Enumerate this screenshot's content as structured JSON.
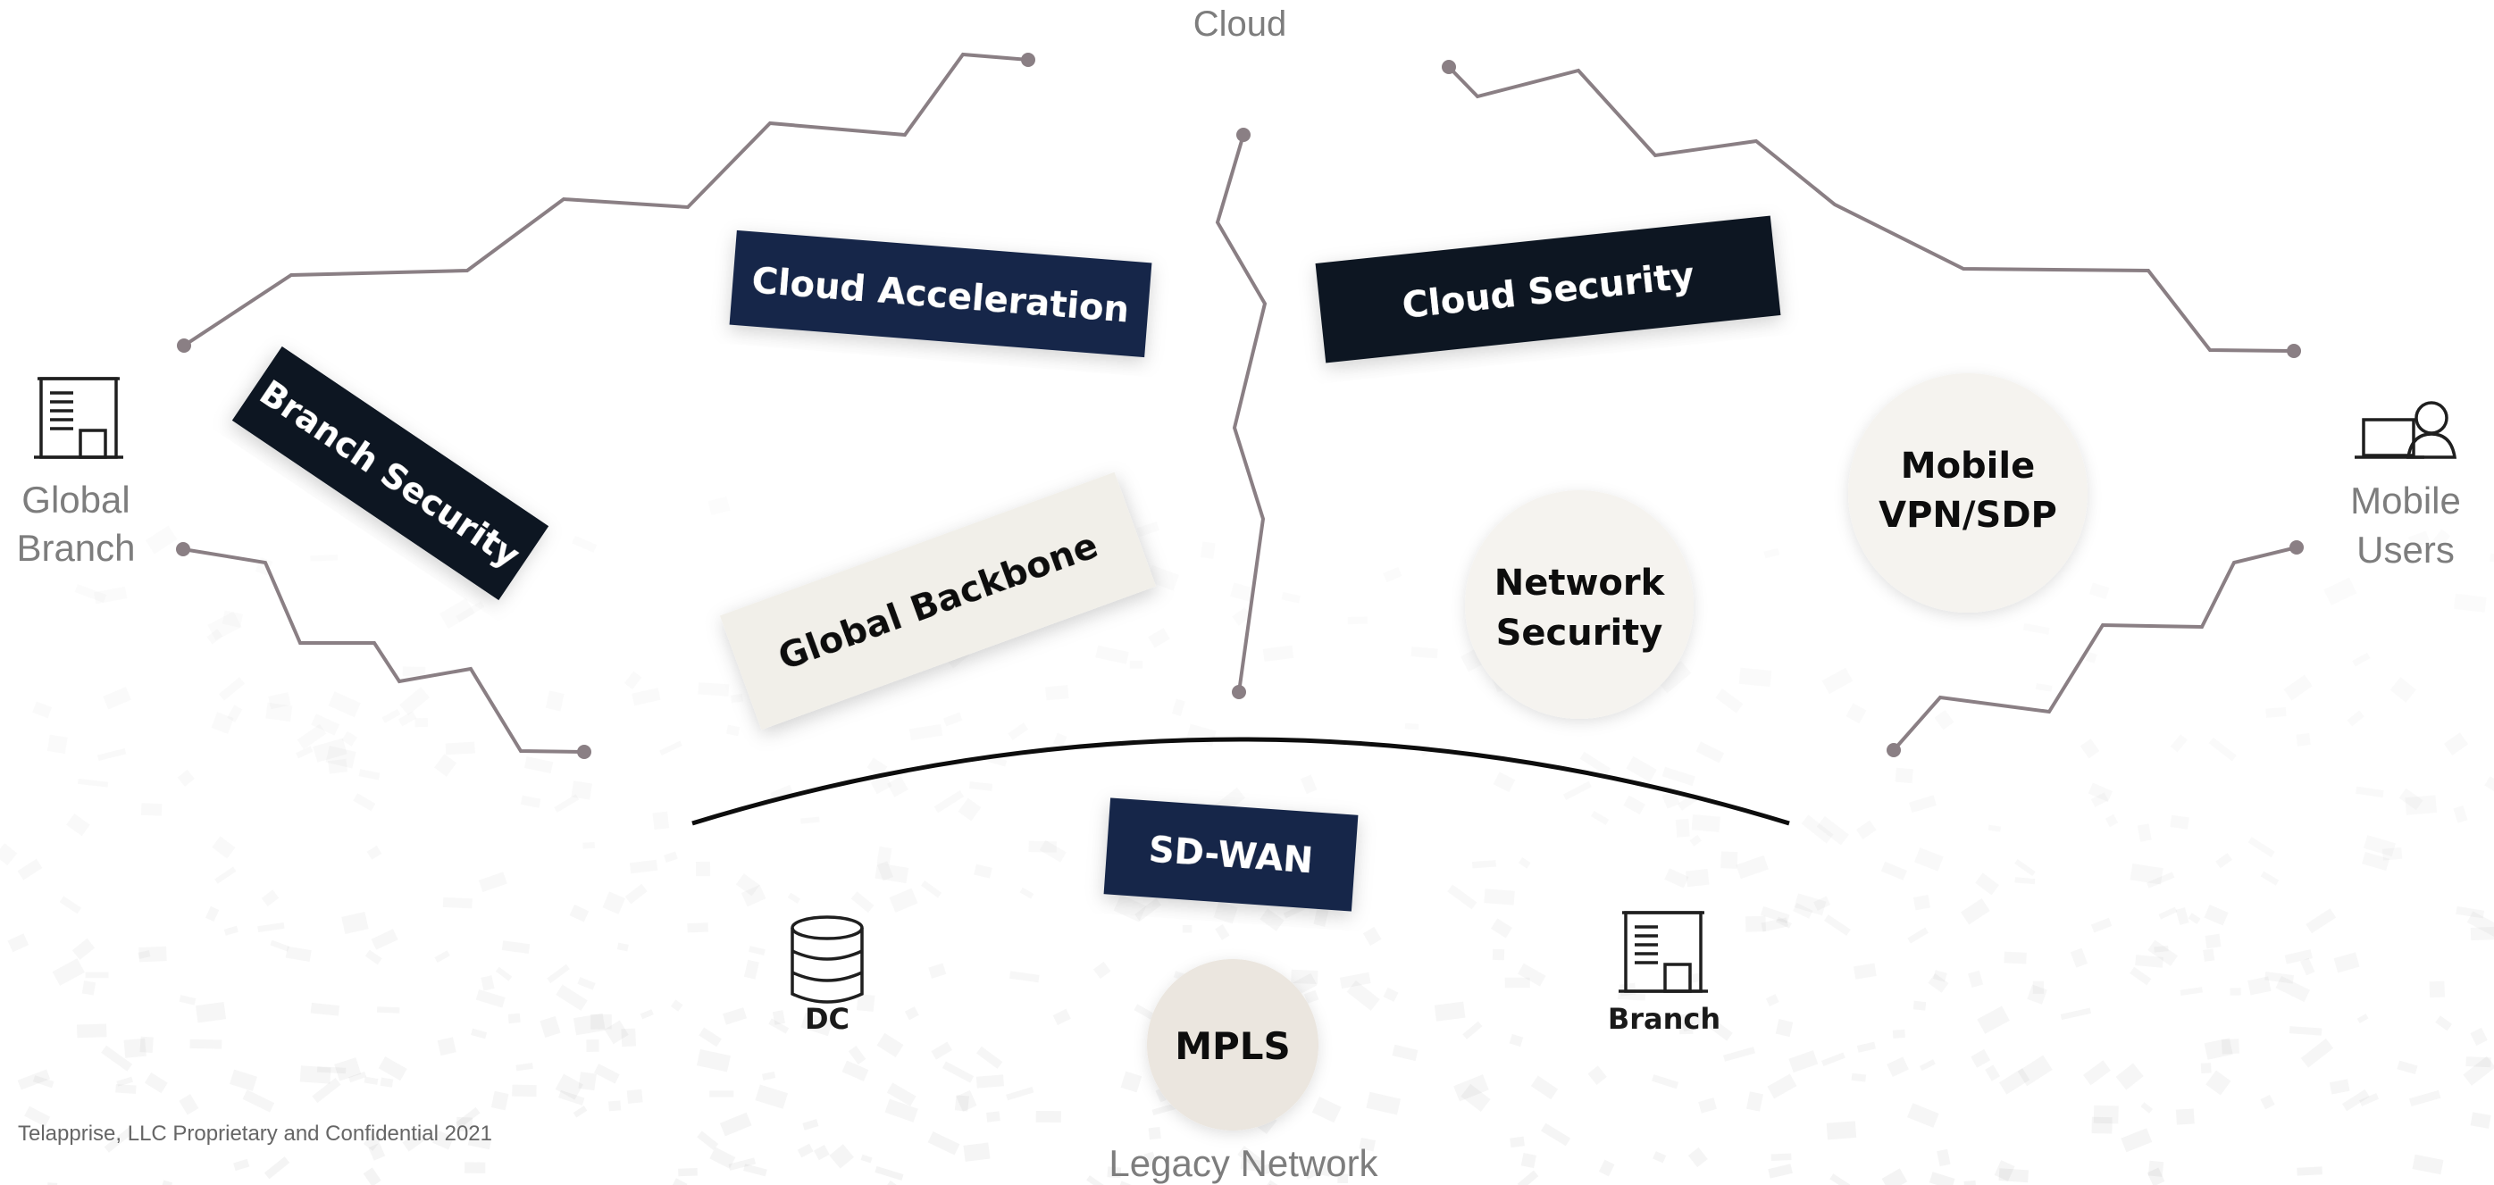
{
  "labels": {
    "cloud": "Cloud",
    "global_branch": [
      "Global",
      "Branch"
    ],
    "mobile_users": [
      "Mobile",
      "Users"
    ],
    "legacy_network": "Legacy Network",
    "footer": "Telapprise, LLC Proprietary and Confidential 2021"
  },
  "banners": {
    "cloud_acceleration": "Cloud Acceleration",
    "cloud_security": "Cloud Security",
    "branch_security": "Branch Security",
    "global_backbone": "Global Backbone",
    "sd_wan": "SD-WAN"
  },
  "circles": {
    "network_security": [
      "Network",
      "Security"
    ],
    "mobile_vpn_sdp": [
      "Mobile",
      "VPN/SDP"
    ],
    "mpls": "MPLS"
  },
  "icons": {
    "dc": {
      "name": "database-icon",
      "label": "DC"
    },
    "branch": {
      "name": "building-icon",
      "label": "Branch"
    },
    "global_branch": {
      "name": "building-icon"
    },
    "mobile_users": {
      "name": "laptop-user-icon"
    }
  },
  "colors": {
    "navy": "#142849",
    "dark": "#0b1622",
    "light_banner": "#f1efe9",
    "circle_fill": "#f5f3ef",
    "mpls_fill": "#ebe6df",
    "connector": "#8a7f84",
    "label_gray": "#7d7d7d"
  }
}
